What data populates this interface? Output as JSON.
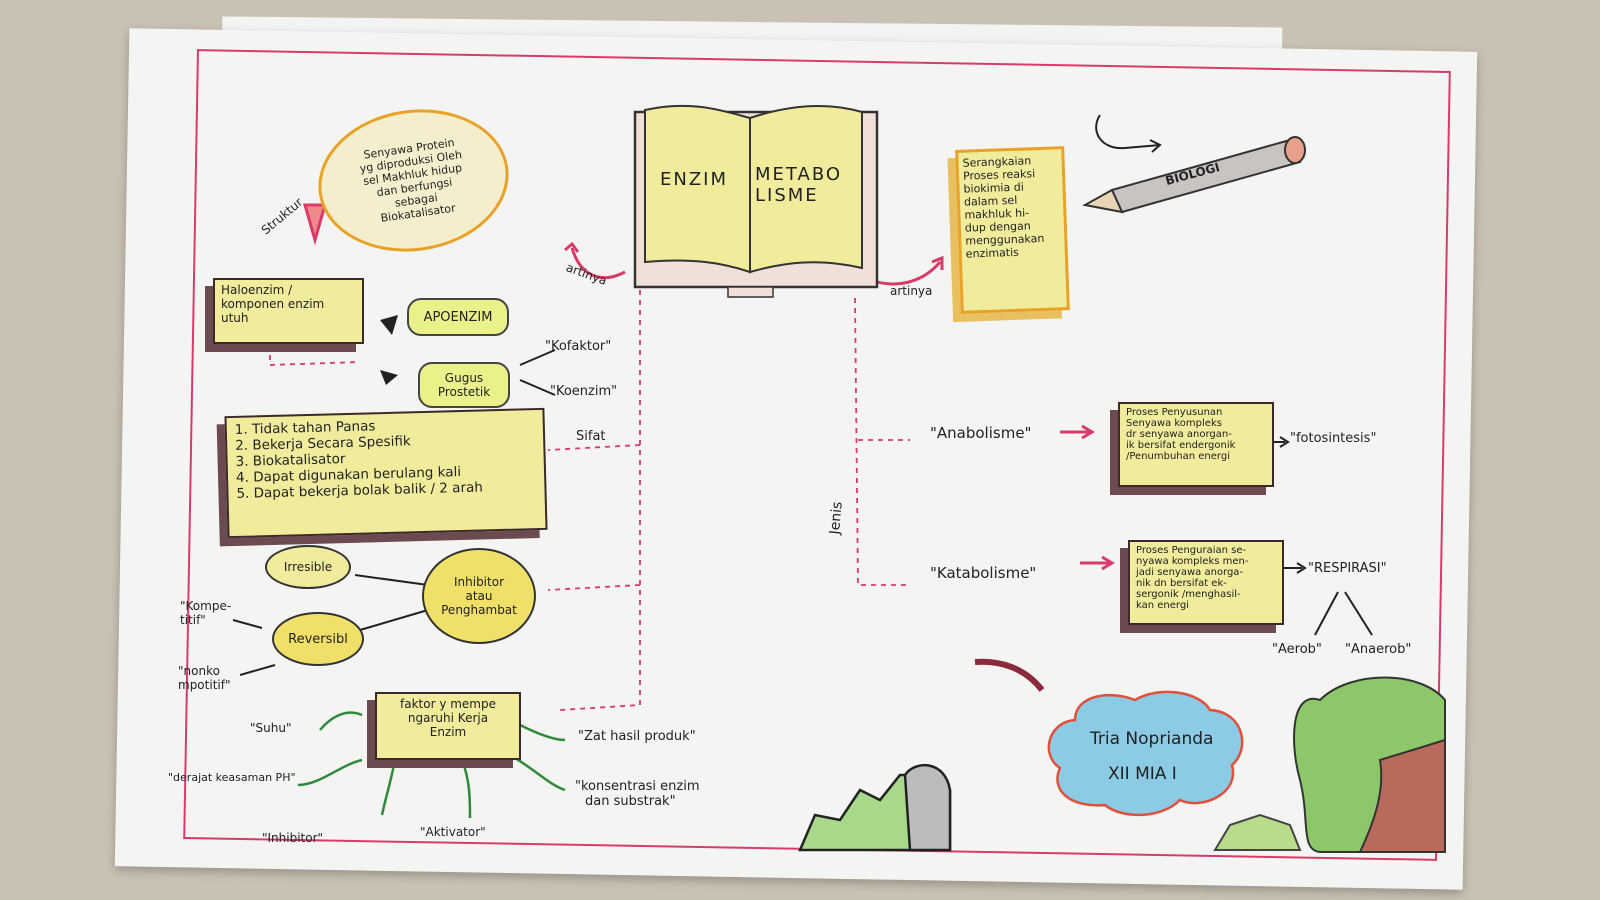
{
  "book": {
    "left_page": "ENZIM",
    "right_page": "METABO LISME"
  },
  "connectors": {
    "artinya_left": "artinya",
    "artinya_right": "artinya",
    "struktur": "Struktur",
    "sifat": "Sifat",
    "jenis": "Jenis"
  },
  "enzim_definition": [
    "Senyawa Protein",
    "yg diproduksi Oleh",
    "sel Makhluk hidup",
    "dan berfungsi",
    "sebagai",
    "Biokatalisator"
  ],
  "metabolisme_definition": [
    "Serangkaian",
    "Proses reaksi",
    "biokimia di",
    "dalam sel",
    "makhluk hi-",
    "dup dengan",
    "menggunakan",
    "enzimatis"
  ],
  "pencil_label": "BIOLOGI",
  "holoenzim": [
    "Haloenzim /",
    "komponen enzim",
    "utuh"
  ],
  "apoenzim": "APOENZIM",
  "gugus_prostetik": [
    "Gugus",
    "Prostetik"
  ],
  "kofaktor": "\"Kofaktor\"",
  "koenzim": "\"Koenzim\"",
  "sifat_list": [
    "1. Tidak tahan Panas",
    "2. Bekerja Secara Spesifik",
    "3. Biokatalisator",
    "4. Dapat digunakan berulang kali",
    "5. Dapat bekerja bolak balik / 2 arah"
  ],
  "inhibitor": {
    "center": [
      "Inhibitor",
      "atau",
      "Penghambat"
    ],
    "irreversible": "Irresible",
    "reversible": "Reversibl",
    "kompetitif": [
      "\"Kompe-",
      "titif\""
    ],
    "nonkompetitif": [
      "\"nonko",
      "mpotitif\""
    ]
  },
  "faktor": {
    "center": [
      "faktor y mempe",
      "ngaruhi Kerja",
      "Enzim"
    ],
    "suhu": "\"Suhu\"",
    "ph": "\"derajat keasaman PH\"",
    "inhibitor": "\"Inhibitor\"",
    "aktivator": "\"Aktivator\"",
    "zat_hasil": "\"Zat hasil produk\"",
    "konsentrasi": [
      "\"konsentrasi enzim",
      "dan substrak\""
    ]
  },
  "anabolisme": {
    "label": "\"Anabolisme\"",
    "desc": [
      "Proses Penyusunan",
      "Senyawa kompleks",
      "dr senyawa anorgan-",
      "ik bersifat endergonik",
      "/Penumbuhan energi"
    ],
    "example": "\"fotosintesis\""
  },
  "katabolisme": {
    "label": "\"Katabolisme\"",
    "desc": [
      "Proses Penguraian se-",
      "nyawa kompleks men-",
      "jadi senyawa anorga-",
      "nik dn bersifat ek-",
      "sergonik /menghasil-",
      "kan energi"
    ],
    "example": "\"RESPIRASI\"",
    "aerob": "\"Aerob\"",
    "anaerob": "\"Anaerob\""
  },
  "author": {
    "name": "Tria Noprianda",
    "class": "XII MIA I"
  },
  "colors": {
    "pink": "#d83a6a",
    "yellow": "#f0ec9c",
    "orange_border": "#e8a22a",
    "cloud_blue": "#8ccbe6",
    "green": "#2e8a3a"
  }
}
